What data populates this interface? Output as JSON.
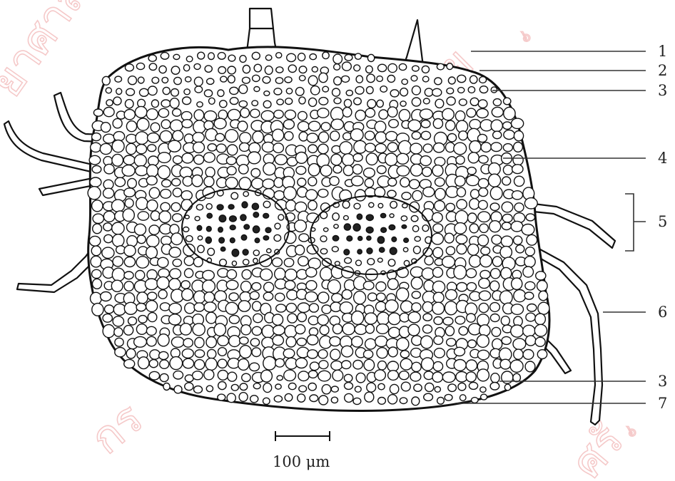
{
  "labels": {
    "l1": "1",
    "l2": "2",
    "l3a": "3",
    "l4": "4",
    "l5": "5",
    "l6": "6",
    "l3b": "3",
    "l7": "7"
  },
  "scale_bar": {
    "text": "100 μm"
  },
  "watermark": {
    "color": "#f2b8b8",
    "tl": "ยาศาส",
    "tr": "ไทย",
    "bm": "กร",
    "br": "ศรั",
    "mark": "๖"
  }
}
